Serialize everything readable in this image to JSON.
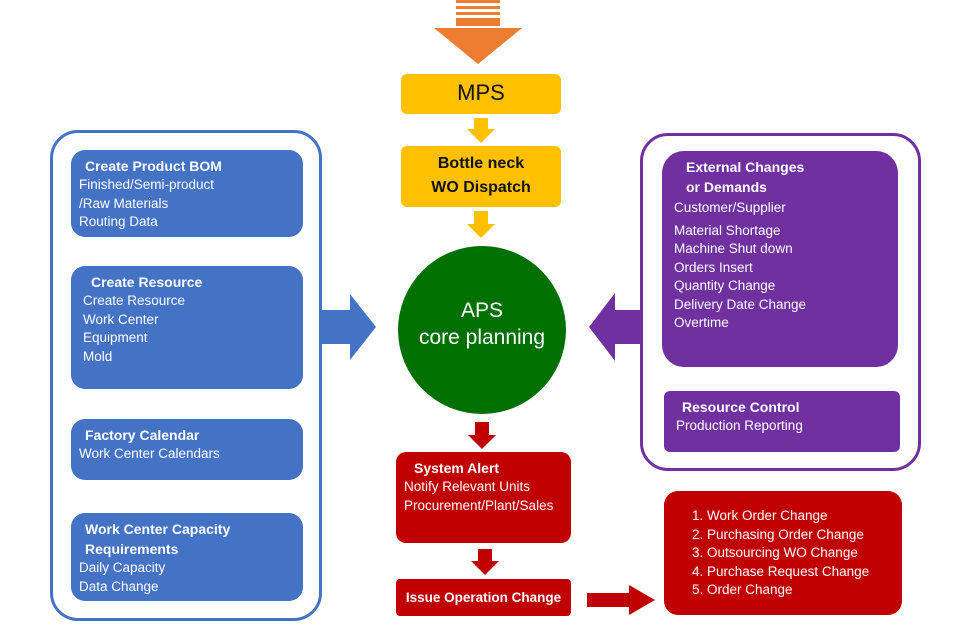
{
  "colors": {
    "blue": "#4472c4",
    "purple": "#7030a0",
    "red": "#c00000",
    "yellow": "#ffc000",
    "orange": "#ed7d31",
    "green": "#007000"
  },
  "mps": {
    "label": "MPS"
  },
  "bottleneck": {
    "line1": "Bottle neck",
    "line2": "WO Dispatch"
  },
  "core": {
    "line1": "APS",
    "line2": "core planning"
  },
  "left": {
    "bom": {
      "title": "Create Product BOM",
      "lines": [
        "Finished/Semi-product",
        "/Raw Materials",
        "Routing Data"
      ]
    },
    "resource": {
      "title": "Create Resource",
      "lines": [
        "Create Resource",
        "Work Center",
        "Equipment",
        "Mold"
      ]
    },
    "calendar": {
      "title": "Factory Calendar",
      "lines": [
        "Work Center Calendars"
      ]
    },
    "capacity": {
      "title_line1": "Work Center Capacity",
      "title_line2": "Requirements",
      "lines": [
        "Daily Capacity",
        "Data Change"
      ]
    }
  },
  "right": {
    "external": {
      "title_line1": "External Changes",
      "title_line2": "or Demands",
      "lines": [
        "Customer/Supplier",
        "Material Shortage",
        "Machine Shut down",
        "Orders Insert",
        "Quantity Change",
        "Delivery Date Change",
        "Overtime"
      ]
    },
    "resource_control": {
      "title": "Resource Control",
      "lines": [
        "Production Reporting"
      ]
    }
  },
  "alert": {
    "title": "System Alert",
    "lines": [
      "Notify Relevant Units",
      "Procurement/Plant/Sales"
    ]
  },
  "issue": {
    "label": "Issue Operation Change"
  },
  "changes": {
    "items": [
      "1. Work Order Change",
      "2. Purchasing Order Change",
      "3. Outsourcing WO Change",
      "4. Purchase Request Change",
      "5. Order Change"
    ]
  }
}
